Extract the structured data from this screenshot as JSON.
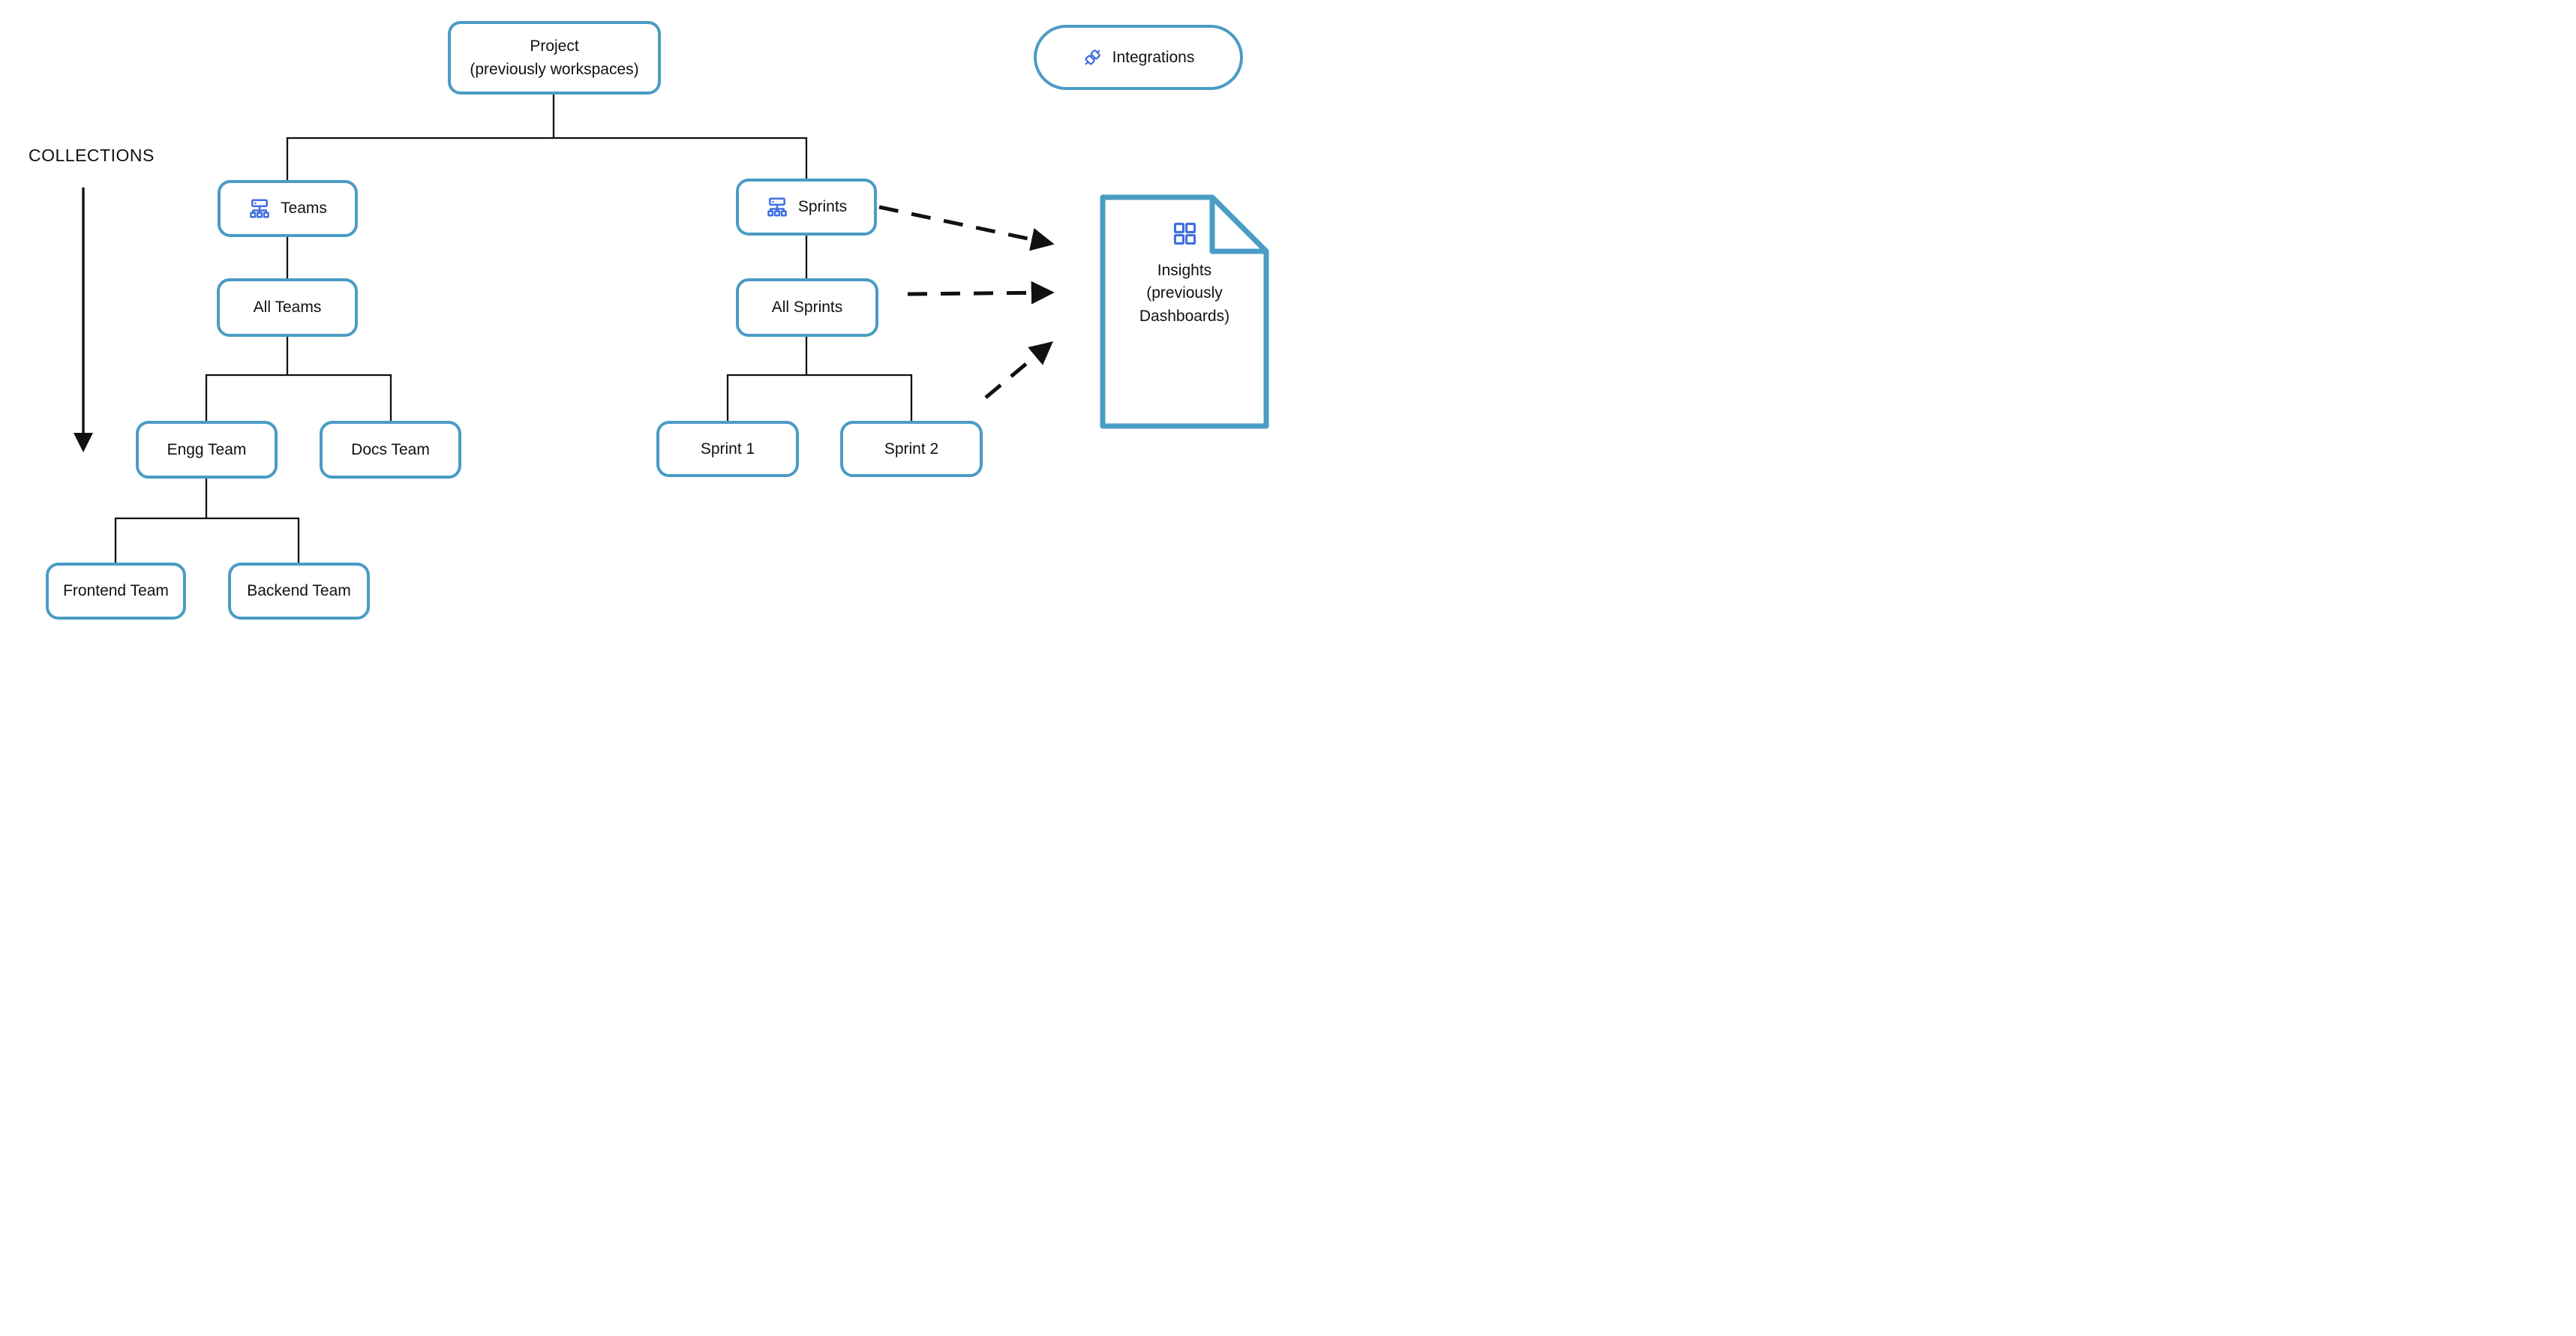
{
  "colors": {
    "node_border": "#4A9CC4",
    "icon_blue": "#3F6FE0",
    "connector": "#111111",
    "text": "#111111",
    "background": "#ffffff"
  },
  "collections": {
    "label": "COLLECTIONS"
  },
  "nodes": {
    "project": {
      "label": "Project\n(previously workspaces)"
    },
    "integrations": {
      "label": "Integrations",
      "icon": "plug-icon"
    },
    "teams": {
      "label": "Teams",
      "icon": "org-hierarchy-icon"
    },
    "sprints": {
      "label": "Sprints",
      "icon": "org-hierarchy-icon"
    },
    "all_teams": {
      "label": "All Teams"
    },
    "all_sprints": {
      "label": "All Sprints"
    },
    "engg_team": {
      "label": "Engg Team"
    },
    "docs_team": {
      "label": "Docs Team"
    },
    "frontend_team": {
      "label": "Frontend Team"
    },
    "backend_team": {
      "label": "Backend Team"
    },
    "sprint_1": {
      "label": "Sprint 1"
    },
    "sprint_2": {
      "label": "Sprint 2"
    },
    "insights": {
      "label": "Insights\n(previously\nDashboards)",
      "icon": "dashboard-grid-icon"
    }
  },
  "connections": [
    {
      "from": "project",
      "to": "teams",
      "style": "solid"
    },
    {
      "from": "project",
      "to": "sprints",
      "style": "solid"
    },
    {
      "from": "teams",
      "to": "all_teams",
      "style": "solid"
    },
    {
      "from": "all_teams",
      "to": "engg_team",
      "style": "solid"
    },
    {
      "from": "all_teams",
      "to": "docs_team",
      "style": "solid"
    },
    {
      "from": "engg_team",
      "to": "frontend_team",
      "style": "solid"
    },
    {
      "from": "engg_team",
      "to": "backend_team",
      "style": "solid"
    },
    {
      "from": "sprints",
      "to": "all_sprints",
      "style": "solid"
    },
    {
      "from": "all_sprints",
      "to": "sprint_1",
      "style": "solid"
    },
    {
      "from": "all_sprints",
      "to": "sprint_2",
      "style": "solid"
    },
    {
      "from": "sprints",
      "to": "insights",
      "style": "dashed-arrow"
    },
    {
      "from": "all_sprints",
      "to": "insights",
      "style": "dashed-arrow"
    },
    {
      "from": "sprints-subtree",
      "to": "insights",
      "style": "dashed-arrow"
    },
    {
      "from": "collections-label",
      "to": "collections-span",
      "style": "solid-arrow-down"
    }
  ]
}
